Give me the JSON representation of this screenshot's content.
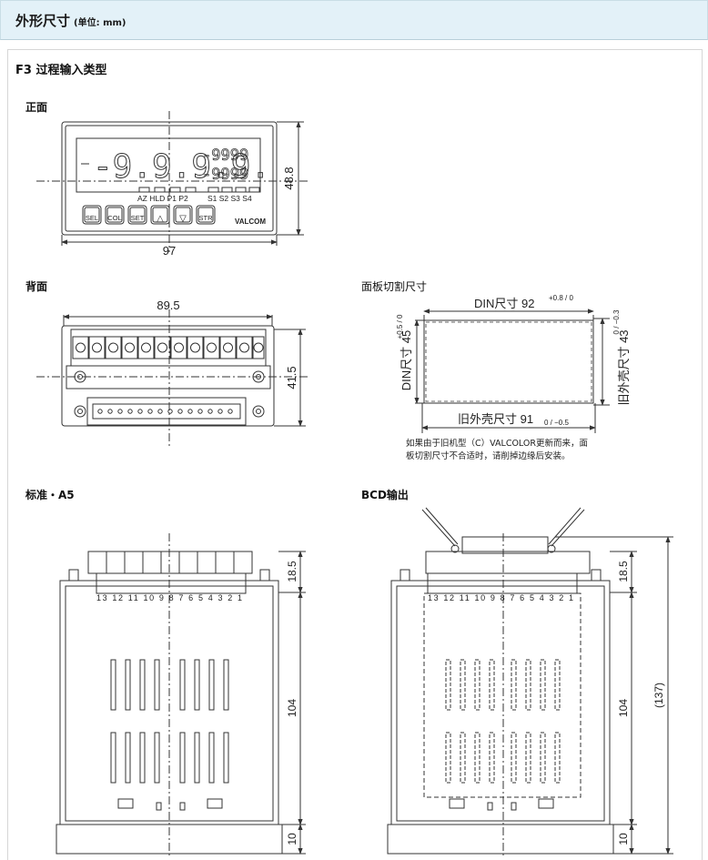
{
  "header": {
    "title": "外形尺寸",
    "unit": "(单位: mm)"
  },
  "section_title": "F3 过程输入类型",
  "views": {
    "front": "正面",
    "back": "背面",
    "cutout": "面板切割尺寸",
    "standard": "标准・A5",
    "bcd": "BCD输出"
  },
  "front": {
    "digits_big": "-9.9.9.9.",
    "digits_small_1": "-9999",
    "digits_small_2": "-9999",
    "leds_left": "AZ HLD P1  P2",
    "leds_right": "S1  S2  S3  S4",
    "buttons": [
      "SEL",
      "COL",
      "SET",
      "△",
      "▽",
      "STR"
    ],
    "brand": "VALCOM",
    "dim_width": "97",
    "dim_height": "48.8"
  },
  "back": {
    "dim_width": "89.5",
    "dim_height": "41.5"
  },
  "cutout": {
    "din_w": "DIN尺寸 92",
    "din_w_tol": "+0.8 / 0",
    "din_h": "DIN尺寸 45",
    "din_h_tol": "+0.5 / 0",
    "old_w": "旧外壳尺寸 91",
    "old_w_tol": "0 / −0.5",
    "old_h": "旧外壳尺寸 43",
    "old_h_tol": "0 / −0.3",
    "note_line1": "如果由于旧机型（C）VALCOLOR更新而来，面",
    "note_line2": "板切割尺寸不合适时，请削掉边缘后安装。"
  },
  "standard": {
    "terminals": "13 12 11 10 9 8 7 6 5 4 3 2 1",
    "dim_top": "18.5",
    "dim_body": "104",
    "dim_bottom": "10"
  },
  "bcd": {
    "terminals": "13 12 11 10 9 8 7 6 5 4 3 2 1",
    "dim_top": "18.5",
    "dim_body": "104",
    "dim_bottom": "10",
    "dim_total": "(137)"
  },
  "colors": {
    "header_bg": "#e3f1f8",
    "line": "#333333"
  }
}
